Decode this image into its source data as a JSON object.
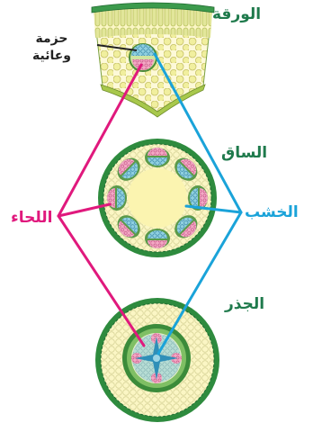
{
  "labels": {
    "leaf": "الورقة",
    "vascular_bundle_line1": "حزمة",
    "vascular_bundle_line2": "وعائية",
    "stem": "الساق",
    "phloem": "اللحاء",
    "xylem": "الخشب",
    "root": "الجذر"
  },
  "colors": {
    "phloem": "#e0197d",
    "xylem": "#1aa3d9",
    "epidermis": "#2e8b3e",
    "cortex": "#fbf4b0",
    "palisade": "#d6e08a"
  }
}
